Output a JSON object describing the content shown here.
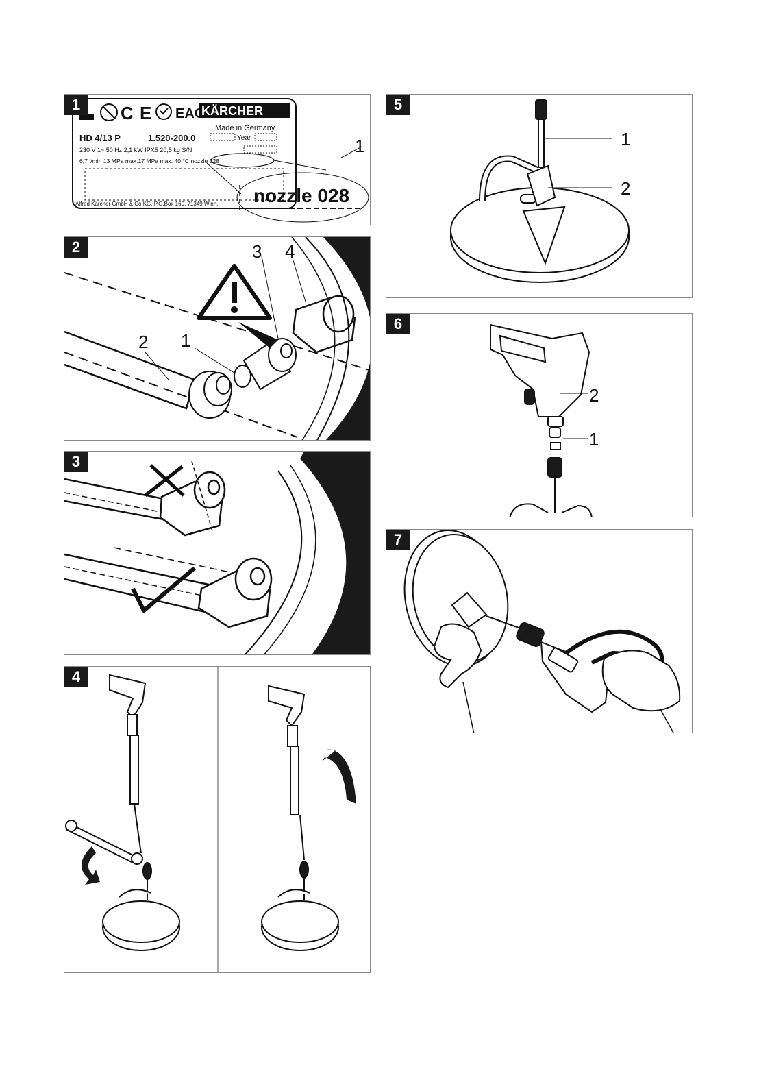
{
  "steps": [
    {
      "number": "1",
      "callouts": [
        "1"
      ]
    },
    {
      "number": "2",
      "callouts": [
        "2",
        "1",
        "3",
        "4"
      ]
    },
    {
      "number": "3",
      "callouts": []
    },
    {
      "number": "4",
      "callouts": []
    },
    {
      "number": "5",
      "callouts": [
        "1",
        "2"
      ]
    },
    {
      "number": "6",
      "callouts": [
        "2",
        "1"
      ]
    },
    {
      "number": "7",
      "callouts": []
    }
  ],
  "nameplate": {
    "brand": "KÄRCHER",
    "made_in": "Made in Germany",
    "model": "HD 4/13 P",
    "part_no": "1.520-200.0",
    "year_label": "Year",
    "spec_line": "230 V 1~  50 Hz  2,1 kW  IPX5 20,5 kg  S/N",
    "flow_line": "6,7 l/min  13 MPa  max.17 MPa  max. 40 °C  nozzle 028",
    "address": "Alfred Kärcher GmbH & Co.KG, P.O.Box 160, 71349 Winn.",
    "zoom_text": "nozzle 028"
  },
  "colors": {
    "ink": "#111111",
    "frame": "#8a8a8a",
    "badge": "#1a1a1a"
  }
}
